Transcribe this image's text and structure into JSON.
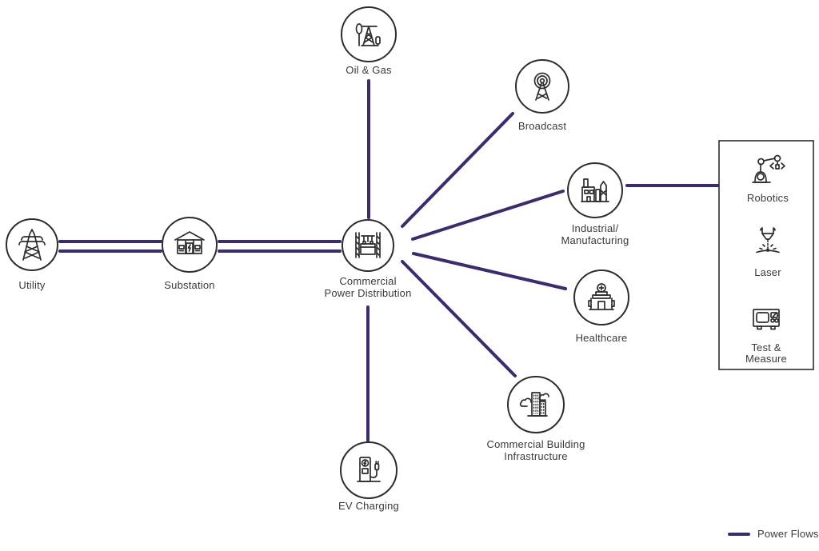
{
  "colors": {
    "power_flow": "#3d2b70",
    "outline": "#2d2d2d",
    "text": "#3a3a3a",
    "background": "#ffffff"
  },
  "nodes": {
    "utility": {
      "label": "Utility",
      "icon": "transmission-tower-icon"
    },
    "substation": {
      "label": "Substation",
      "icon": "substation-building-icon"
    },
    "cpd": {
      "label_line1": "Commercial",
      "label_line2": "Power Distribution",
      "icon": "power-distribution-panel-icon"
    },
    "oil_gas": {
      "label": "Oil & Gas",
      "icon": "oil-pump-jack-icon"
    },
    "broadcast": {
      "label": "Broadcast",
      "icon": "broadcast-antenna-icon"
    },
    "industrial": {
      "label_line1": "Industrial/",
      "label_line2": "Manufacturing",
      "icon": "factory-icon"
    },
    "healthcare": {
      "label": "Healthcare",
      "icon": "hospital-icon"
    },
    "commercial_building": {
      "label_line1": "Commercial Building",
      "label_line2": "Infrastructure",
      "icon": "buildings-cloud-icon"
    },
    "ev_charging": {
      "label": "EV Charging",
      "icon": "ev-charger-icon"
    }
  },
  "equipment_box": {
    "robotics": {
      "label": "Robotics",
      "icon": "robot-arm-icon"
    },
    "laser": {
      "label": "Laser",
      "icon": "laser-head-icon"
    },
    "test_measure": {
      "label_line1": "Test &",
      "label_line2": "Measure",
      "icon": "oscilloscope-icon"
    }
  },
  "edges": [
    {
      "from": "utility",
      "to": "substation",
      "style": "double"
    },
    {
      "from": "substation",
      "to": "cpd",
      "style": "double"
    },
    {
      "from": "cpd",
      "to": "oil_gas",
      "style": "single"
    },
    {
      "from": "cpd",
      "to": "broadcast",
      "style": "single"
    },
    {
      "from": "cpd",
      "to": "industrial",
      "style": "single"
    },
    {
      "from": "cpd",
      "to": "healthcare",
      "style": "single"
    },
    {
      "from": "cpd",
      "to": "commercial_building",
      "style": "single"
    },
    {
      "from": "cpd",
      "to": "ev_charging",
      "style": "single"
    },
    {
      "from": "industrial",
      "to": "equipment_box",
      "style": "single"
    }
  ],
  "legend": {
    "label": "Power Flows",
    "line_color": "#3d2b70"
  }
}
